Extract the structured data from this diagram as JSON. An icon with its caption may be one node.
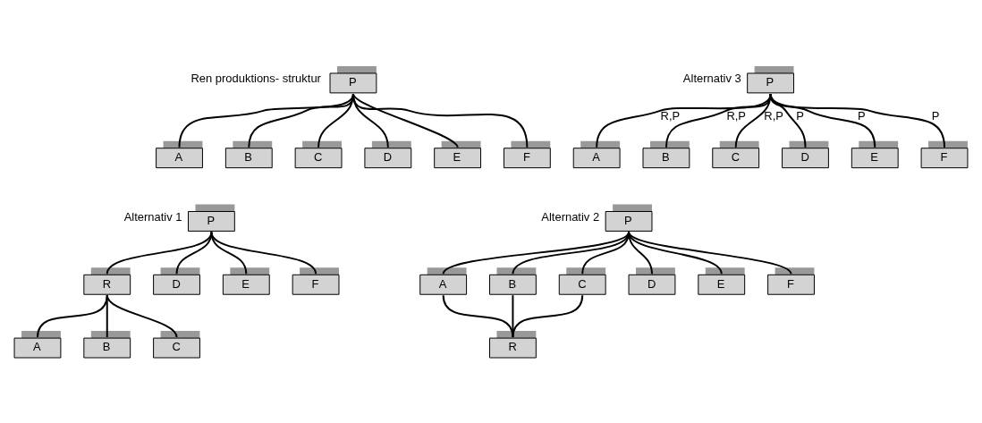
{
  "diagram": {
    "nodes": [
      {
        "text": [
          "P"
        ],
        "beside": [
          "Ren produktions- struktur"
        ]
      },
      {
        "text": [
          "A"
        ]
      },
      {
        "text": [
          "B"
        ]
      },
      {
        "text": [
          "C"
        ]
      },
      {
        "text": [
          "D"
        ]
      },
      {
        "text": [
          "E"
        ]
      },
      {
        "text": [
          "F"
        ]
      },
      {
        "text": [
          "P"
        ],
        "beside": [
          "Alternativ 3"
        ]
      },
      {
        "text": [
          "A"
        ]
      },
      {
        "text": [
          "B"
        ]
      },
      {
        "text": [
          "C"
        ]
      },
      {
        "text": [
          "D"
        ]
      },
      {
        "text": [
          "E"
        ]
      },
      {
        "text": [
          "F"
        ]
      },
      {
        "text": [
          "P"
        ],
        "beside": [
          "Alternativ 1"
        ]
      },
      {
        "text": [
          "R"
        ]
      },
      {
        "text": [
          "D"
        ]
      },
      {
        "text": [
          "E"
        ]
      },
      {
        "text": [
          "F"
        ]
      },
      {
        "text": [
          "A"
        ]
      },
      {
        "text": [
          "B"
        ]
      },
      {
        "text": [
          "C"
        ]
      },
      {
        "text": [
          "P"
        ],
        "beside": [
          "Alternativ 2"
        ]
      },
      {
        "text": [
          "A"
        ]
      },
      {
        "text": [
          "B"
        ]
      },
      {
        "text": [
          "C"
        ]
      },
      {
        "text": [
          "D"
        ]
      },
      {
        "text": [
          "E"
        ]
      },
      {
        "text": [
          "F"
        ]
      },
      {
        "text": [
          "R"
        ]
      }
    ],
    "edges": [
      {
        "from": 0,
        "to": 1,
        "arrow": "none"
      },
      {
        "from": 0,
        "to": 2,
        "arrow": "none"
      },
      {
        "from": 0,
        "to": 3,
        "arrow": "none"
      },
      {
        "from": 0,
        "to": 4,
        "arrow": "none"
      },
      {
        "from": 0,
        "to": 5,
        "arrow": "none"
      },
      {
        "from": 0,
        "to": 6,
        "arrow": "none"
      },
      {
        "from": 7,
        "to": 8,
        "arrow": "none",
        "label": "R,P"
      },
      {
        "from": 7,
        "to": 9,
        "arrow": "none",
        "label": "R,P"
      },
      {
        "from": 7,
        "to": 10,
        "arrow": "none",
        "label": "R,P"
      },
      {
        "from": 7,
        "to": 11,
        "arrow": "none",
        "label": "P"
      },
      {
        "from": 7,
        "to": 12,
        "arrow": "none",
        "label": "P"
      },
      {
        "from": 7,
        "to": 13,
        "arrow": "none",
        "label": "P"
      },
      {
        "from": 14,
        "to": 15,
        "arrow": "none"
      },
      {
        "from": 14,
        "to": 16,
        "arrow": "none"
      },
      {
        "from": 14,
        "to": 17,
        "arrow": "none"
      },
      {
        "from": 14,
        "to": 18,
        "arrow": "none"
      },
      {
        "from": 15,
        "to": 19,
        "arrow": "none"
      },
      {
        "from": 15,
        "to": 20,
        "arrow": "none"
      },
      {
        "from": 15,
        "to": 21,
        "arrow": "none"
      },
      {
        "from": 22,
        "to": 23,
        "arrow": "none"
      },
      {
        "from": 22,
        "to": 24,
        "arrow": "none"
      },
      {
        "from": 22,
        "to": 25,
        "arrow": "none"
      },
      {
        "from": 22,
        "to": 26,
        "arrow": "none"
      },
      {
        "from": 22,
        "to": 27,
        "arrow": "none"
      },
      {
        "from": 22,
        "to": 28,
        "arrow": "none"
      },
      {
        "from": 23,
        "to": 29,
        "arrow": "none"
      },
      {
        "from": 24,
        "to": 29,
        "arrow": "none"
      },
      {
        "from": 25,
        "to": 29,
        "arrow": "none"
      }
    ]
  }
}
